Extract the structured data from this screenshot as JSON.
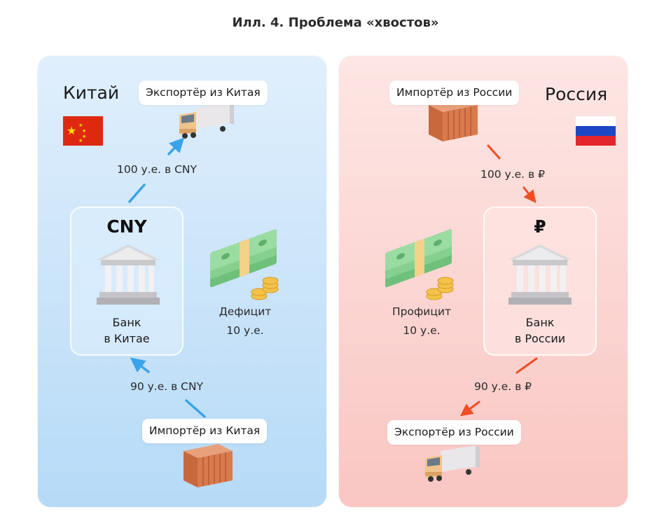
{
  "title": "Илл. 4. Проблема «хвостов»",
  "china": {
    "country": "Китай",
    "exporter": "Экспортёр из Китая",
    "importer": "Импортёр из Китая",
    "flow_in": "100 у.е. в CNY",
    "flow_out": "90 у.е. в CNY",
    "bank_currency": "CNY",
    "bank_line1": "Банк",
    "bank_line2": "в Китае",
    "balance_label": "Дефицит",
    "balance_value": "10 у.е.",
    "arrow_color": "#3ba3ea"
  },
  "russia": {
    "country": "Россия",
    "importer": "Импортёр из России",
    "exporter": "Экспортёр из России",
    "flow_in": "100 у.е. в ₽",
    "flow_out": "90 у.е. в ₽",
    "bank_currency": "₽",
    "bank_line1": "Банк",
    "bank_line2": "в России",
    "balance_label": "Профицит",
    "balance_value": "10 у.е.",
    "arrow_color": "#f04e23"
  }
}
